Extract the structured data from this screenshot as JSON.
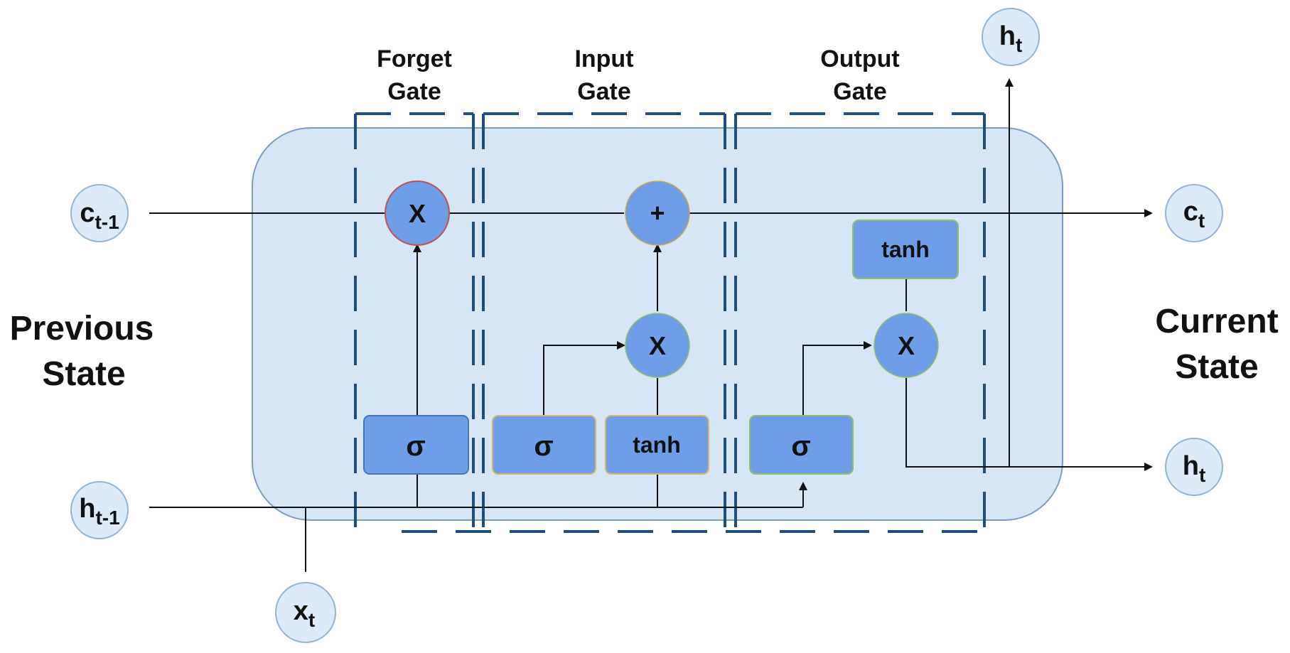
{
  "inputs": {
    "c_prev": {
      "base": "c",
      "sub": "t-1"
    },
    "h_prev": {
      "base": "h",
      "sub": "t-1"
    },
    "x_t": {
      "base": "x",
      "sub": "t"
    }
  },
  "outputs": {
    "c_t": {
      "base": "c",
      "sub": "t"
    },
    "h_t_right": {
      "base": "h",
      "sub": "t"
    },
    "h_t_top": {
      "base": "h",
      "sub": "t"
    }
  },
  "side_labels": {
    "previous": [
      "Previous",
      "State"
    ],
    "current": [
      "Current",
      "State"
    ]
  },
  "gates": {
    "forget": [
      "Forget",
      "Gate"
    ],
    "input": [
      "Input",
      "Gate"
    ],
    "output": [
      "Output",
      "Gate"
    ]
  },
  "operations": {
    "forget_multiply": "X",
    "cell_add": "+",
    "input_multiply": "X",
    "output_multiply": "X"
  },
  "activations": {
    "forget_sigma": "σ",
    "input_sigma": "σ",
    "input_tanh": "tanh",
    "output_sigma": "σ",
    "cell_tanh": "tanh"
  },
  "colors": {
    "cell_fill": "#d7e6f4",
    "cell_stroke": "#7a9cc6",
    "node_fill": "#6e9ee8",
    "state_fill": "#dcebf7",
    "state_stroke": "#8fb3d9",
    "dash": "#1f4e7a",
    "forget_ring": "#c0504d"
  }
}
